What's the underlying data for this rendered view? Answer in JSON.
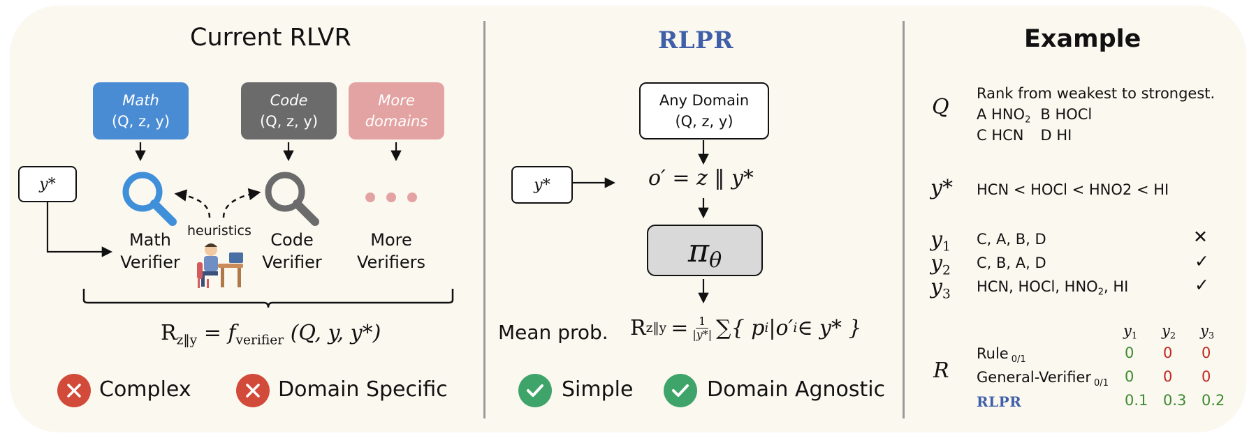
{
  "left": {
    "title": "Current RLVR",
    "domain_boxes": [
      {
        "name": "Math",
        "args": "(Q, z, y)",
        "color": "#4a8cd4"
      },
      {
        "name": "Code",
        "args": "(Q, z, y)",
        "color": "#6b6b6b"
      },
      {
        "name": "More domains",
        "color": "#e4a3a3"
      }
    ],
    "verifiers": [
      {
        "line1": "Math",
        "line2": "Verifier"
      },
      {
        "line1": "Code",
        "line2": "Verifier"
      },
      {
        "line1": "More",
        "line2": "Verifiers"
      }
    ],
    "heuristics": "heuristics",
    "ystar": "y*",
    "formula": {
      "lhs": "R",
      "lhs_sub": "z‖y",
      "eq": " = ",
      "f": "f",
      "f_sub": "verifier",
      "args": " (Q, y, y*)"
    },
    "cons": [
      "Complex",
      "Domain Specific"
    ]
  },
  "middle": {
    "title": "RLPR",
    "any_domain": {
      "line1": "Any Domain",
      "line2": "(Q, z, y)"
    },
    "ystar": "y*",
    "concat": "o′ = z ‖ y*",
    "policy": "π",
    "policy_sub": "θ",
    "mean_label": "Mean prob.",
    "formula": {
      "lhs": "R",
      "lhs_sub": "z‖y",
      "eq": " = ",
      "num": "1",
      "den": "|y*|",
      "sum": "∑{ p",
      "sum_sub": "i",
      "rest": "|o′",
      "rest_sub": "i",
      "tail": " ∈ y* }"
    },
    "pros": [
      "Simple",
      "Domain Agnostic"
    ]
  },
  "right": {
    "title": "Example",
    "q_label": "Q",
    "question": [
      "Rank from weakest to strongest.",
      "A HNO",
      "2",
      "B HOCl",
      "C HCN",
      "D HI"
    ],
    "ystar_label": "y*",
    "ystar_answer": "HCN < HOCl < HNO2 < HI",
    "responses": [
      {
        "label": "y",
        "sub": "1",
        "text": "C, A, B, D",
        "mark": "✕"
      },
      {
        "label": "y",
        "sub": "2",
        "text": "C, B, A, D",
        "mark": "✓"
      },
      {
        "label": "y",
        "sub": "3",
        "text_a": "HCN, HOCl, HNO",
        "text_sub": "2",
        "text_b": ", HI",
        "mark": "✓"
      }
    ],
    "r_label": "R",
    "col_headers": [
      {
        "l": "y",
        "s": "1"
      },
      {
        "l": "y",
        "s": "2"
      },
      {
        "l": "y",
        "s": "3"
      }
    ],
    "rows": [
      {
        "name": "Rule",
        "sub": "0/1",
        "values": [
          "0",
          "0",
          "0"
        ]
      },
      {
        "name": "General-Verifier",
        "sub": "0/1",
        "values": [
          "0",
          "0",
          "0"
        ]
      },
      {
        "name": "RLPR",
        "values": [
          "0.1",
          "0.3",
          "0.2"
        ]
      }
    ]
  },
  "colors": {
    "background": "#fbf8f0",
    "rlpr_blue": "#3f5fa8",
    "cross_red": "#d24a3a",
    "check_green": "#3fa46a"
  }
}
